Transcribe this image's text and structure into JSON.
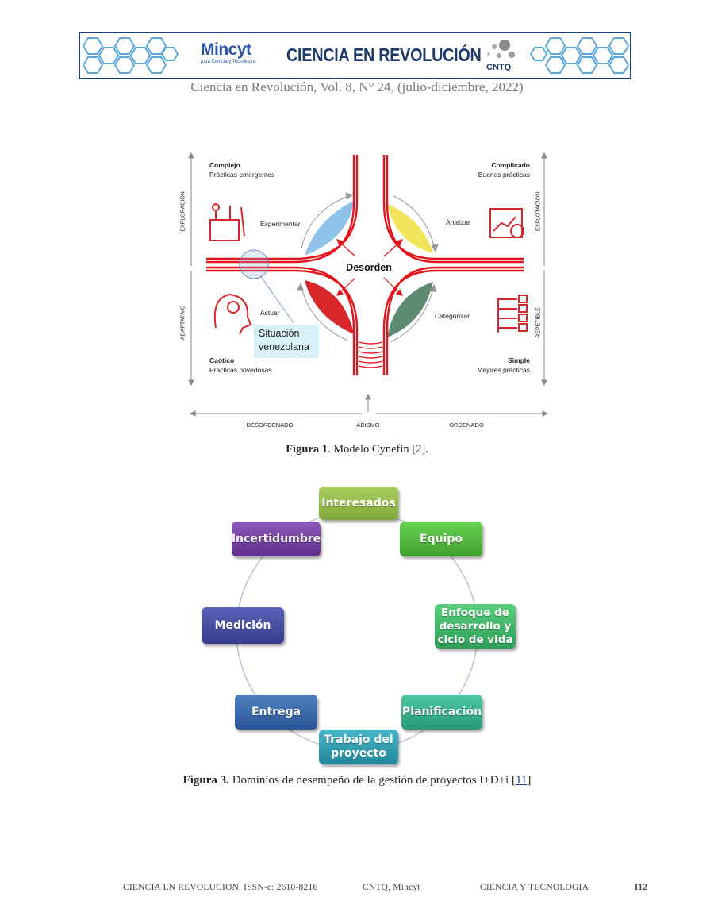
{
  "header": {
    "mincyt_logo": "Mincyt",
    "mincyt_sub": "para Ciencia y Tecnología",
    "title": "CIENCIA EN REVOLUCIÓN",
    "cntq_logo": "CNTQ",
    "journal_line": "Ciencia en Revolución, Vol. 8, N° 24, (julio-diciembre, 2022)"
  },
  "figure1": {
    "quadrants": {
      "complex_title": "Complejo",
      "complex_sub": "Prácticas emergentes",
      "complicated_title": "Complicado",
      "complicated_sub": "Buenas prácticas",
      "chaotic_title": "Caótico",
      "chaotic_sub": "Prácticas novedosas",
      "simple_title": "Simple",
      "simple_sub": "Mejores prácticas"
    },
    "actions": {
      "experiment": "Experimentar",
      "analyze": "Analizar",
      "act": "Actuar",
      "categorize": "Categorizar"
    },
    "center_label": "Desorden",
    "situation_label_1": "Situación",
    "situation_label_2": "venezolana",
    "side_labels": {
      "left_top": "EXPLORACIÓN",
      "left_bottom": "ADAPTATIVO",
      "right_top": "EXPLOTACIÓN",
      "right_bottom": "REPETIBLE"
    },
    "bottom_labels": {
      "left": "DESORDENADO",
      "center": "ABISMO",
      "right": "ORDENADO"
    },
    "colors": {
      "road": "#e3141b",
      "blue": "#8ec2ea",
      "yellow": "#f2e35a",
      "red": "#d8262b",
      "green": "#5f8a72"
    },
    "caption_bold": "Figura 1",
    "caption_text": ". Modelo Cynefin [2]."
  },
  "figure3": {
    "nodes": {
      "stakeholders": "Interesados",
      "team": "Equipo",
      "approach_1": "Enfoque de",
      "approach_2": "desarrollo y",
      "approach_3": "ciclo de vida",
      "planning": "Planificación",
      "project_work_1": "Trabajo del",
      "project_work_2": "proyecto",
      "delivery": "Entrega",
      "measurement": "Medición",
      "uncertainty": "Incertidumbre"
    },
    "caption_bold": "Figura 3.",
    "caption_text": " Dominios de desempeño de la gestión de proyectos I+D+i [",
    "caption_ref": "11",
    "caption_end": "]"
  },
  "footer": {
    "left": "CIENCIA EN REVOLUCION, ISSN-e: 2610-8216",
    "middle": "CNTQ, Mincyt",
    "right": "CIENCIA Y TECNOLOGIA",
    "page": "112"
  }
}
